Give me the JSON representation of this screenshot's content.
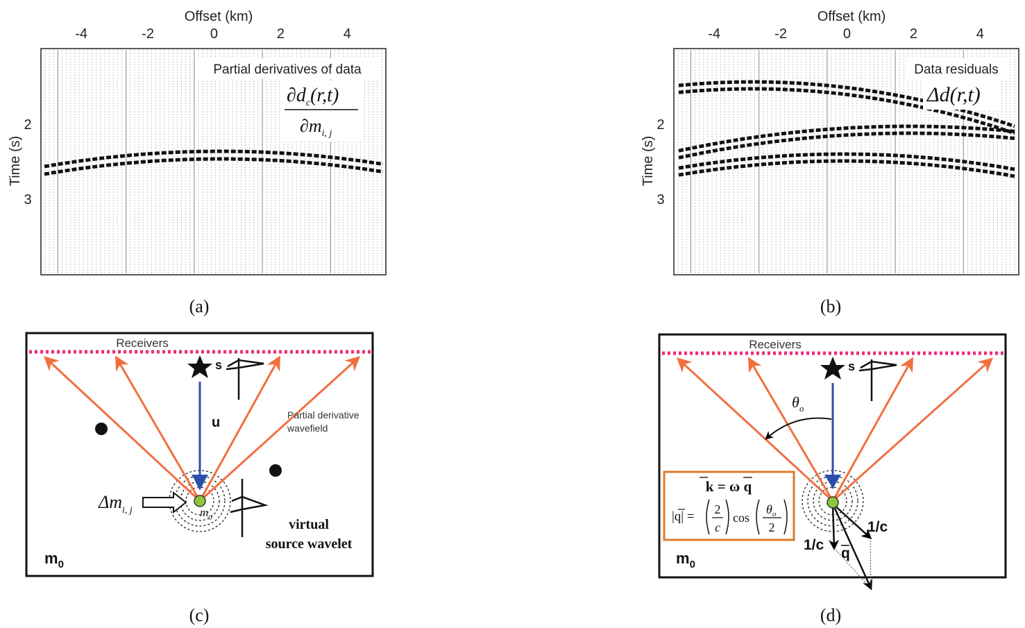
{
  "panels": {
    "a": {
      "caption": "(a)",
      "xlabel": "Offset (km)",
      "ylabel": "Time (s)",
      "xticks": [
        "-4",
        "-2",
        "0",
        "2",
        "4"
      ],
      "yticks": [
        "2",
        "3"
      ],
      "annotation": "Partial derivatives of data",
      "formula_num": "∂d",
      "formula_num_sub": "c",
      "formula_num_args": "(r,t)",
      "formula_den": "∂m",
      "formula_den_sub": "i, j"
    },
    "b": {
      "caption": "(b)",
      "xlabel": "Offset (km)",
      "ylabel": "Time (s)",
      "xticks": [
        "-4",
        "-2",
        "0",
        "2",
        "4"
      ],
      "yticks": [
        "2",
        "3"
      ],
      "annotation": "Data residuals",
      "formula": "Δd",
      "formula_args": "(r,t)"
    },
    "c": {
      "caption": "(c)",
      "receivers_label": "Receivers",
      "source_label": "s",
      "wavefield_label": "u",
      "partial_label_1": "Partial derivative",
      "partial_label_2": "wavefield",
      "perturb_label": "Δm",
      "perturb_sub": "i, j",
      "point_label": "m",
      "point_sub": "0",
      "virtual_1": "virtual",
      "virtual_2": "source wavelet",
      "model_label": "m",
      "model_sub": "0"
    },
    "d": {
      "caption": "(d)",
      "receivers_label": "Receivers",
      "source_label": "s",
      "angle_label": "θ",
      "angle_sub": "o",
      "formula_line1": "k = ω q",
      "formula_abs": "|q| =",
      "formula_frac1_num": "2",
      "formula_frac1_den": "c",
      "formula_cos": "cos",
      "formula_frac2_num": "θ",
      "formula_frac2_num_sub": "o",
      "formula_frac2_den": "2",
      "label_1c_right": "1/c",
      "label_1c_left": "1/c",
      "label_q": "q",
      "model_label": "m",
      "model_sub": "0"
    }
  },
  "colors": {
    "ray": "#f07040",
    "incident": "#2a4fa8",
    "receivers": "#ee2b7a",
    "point": "#8cc63f",
    "formula_box": "#e07a28"
  }
}
